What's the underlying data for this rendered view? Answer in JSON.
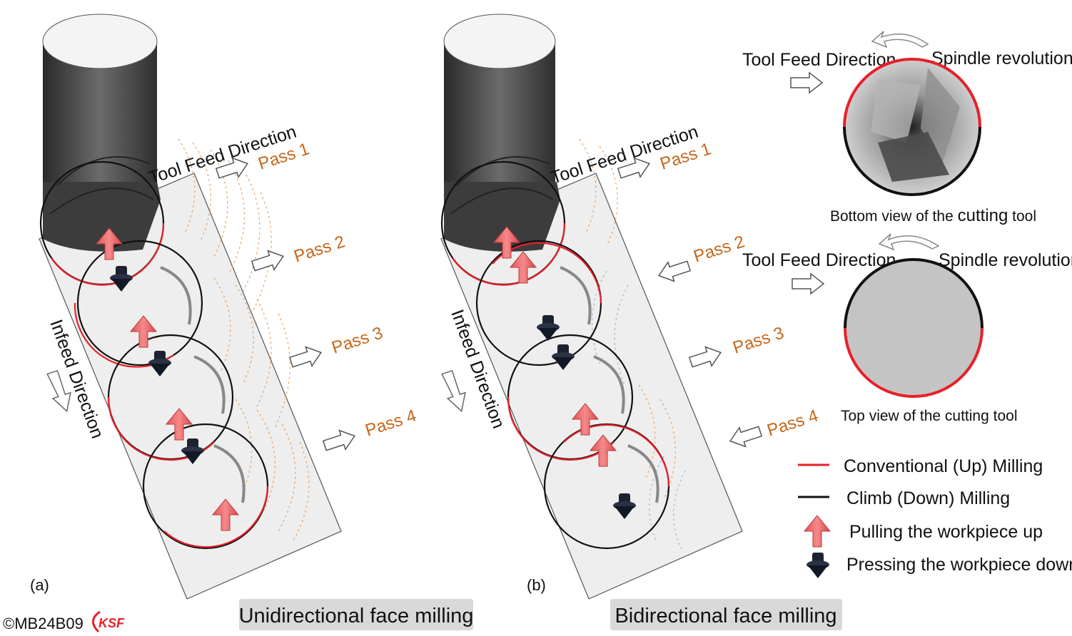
{
  "panel_a": {
    "tag": "(a)",
    "feed_label": "Tool Feed Direction",
    "infeed_label": "Infeed Direction",
    "passes": [
      "Pass 1",
      "Pass 2",
      "Pass 3",
      "Pass 4"
    ],
    "title": "Unidirectional face milling"
  },
  "panel_b": {
    "tag": "(b)",
    "feed_label": "Tool Feed Direction",
    "infeed_label": "Infeed Direction",
    "passes": [
      "Pass 1",
      "Pass 2",
      "Pass 3",
      "Pass 4"
    ],
    "title": "Bidirectional face milling"
  },
  "views": {
    "bottom": {
      "feed_label": "Tool Feed Direction",
      "spindle_label": "Spindle revolution",
      "caption_pre": "Bottom view of the ",
      "caption_bold": "cutting",
      "caption_post": " tool"
    },
    "top": {
      "feed_label": "Tool Feed Direction",
      "spindle_label": "Spindle revolution",
      "caption": "Top view of the cutting tool"
    }
  },
  "legend": {
    "conventional": "Conventional (Up) Milling",
    "climb": "Climb (Down) Milling",
    "pull": "Pulling the workpiece up",
    "press": "Pressing the workpiece down"
  },
  "copyright": "©MB24B09",
  "logo_text": "KSF",
  "colors": {
    "conventional": "#e8202a",
    "climb": "#111111",
    "pass_text": "#c8661a",
    "pull_arrow": "#f07072",
    "press_icon": "#1c2230"
  }
}
